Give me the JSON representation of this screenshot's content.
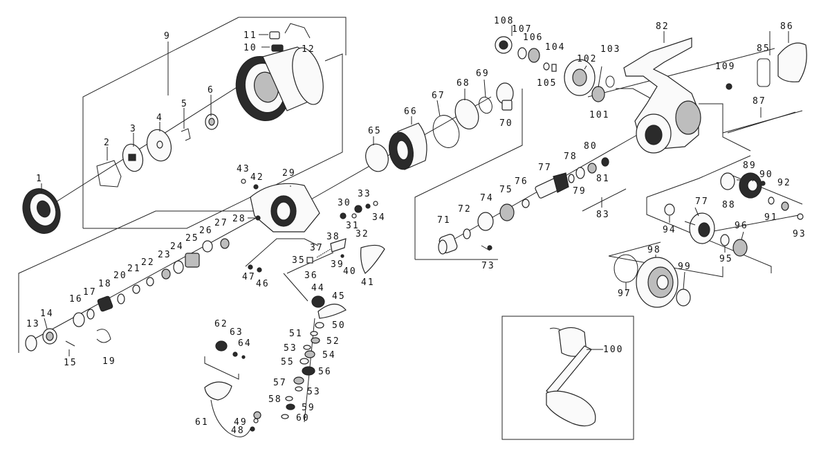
{
  "labels": [
    {
      "id": "1",
      "text": "1"
    },
    {
      "id": "2",
      "text": "2"
    },
    {
      "id": "3",
      "text": "3"
    },
    {
      "id": "4",
      "text": "4"
    },
    {
      "id": "5",
      "text": "5"
    },
    {
      "id": "6",
      "text": "6"
    },
    {
      "id": "9",
      "text": "9"
    },
    {
      "id": "10",
      "text": "10"
    },
    {
      "id": "11",
      "text": "11"
    },
    {
      "id": "12",
      "text": "12"
    },
    {
      "id": "13",
      "text": "13"
    },
    {
      "id": "14",
      "text": "14"
    },
    {
      "id": "15",
      "text": "15"
    },
    {
      "id": "16",
      "text": "16"
    },
    {
      "id": "17",
      "text": "17"
    },
    {
      "id": "18",
      "text": "18"
    },
    {
      "id": "19",
      "text": "19"
    },
    {
      "id": "20",
      "text": "20"
    },
    {
      "id": "21",
      "text": "21"
    },
    {
      "id": "22",
      "text": "22"
    },
    {
      "id": "23",
      "text": "23"
    },
    {
      "id": "24",
      "text": "24"
    },
    {
      "id": "25",
      "text": "25"
    },
    {
      "id": "26",
      "text": "26"
    },
    {
      "id": "27",
      "text": "27"
    },
    {
      "id": "28",
      "text": "28"
    },
    {
      "id": "29",
      "text": "29"
    },
    {
      "id": "30",
      "text": "30"
    },
    {
      "id": "31",
      "text": "31"
    },
    {
      "id": "32",
      "text": "32"
    },
    {
      "id": "33",
      "text": "33"
    },
    {
      "id": "34",
      "text": "34"
    },
    {
      "id": "35",
      "text": "35"
    },
    {
      "id": "36",
      "text": "36"
    },
    {
      "id": "37",
      "text": "37"
    },
    {
      "id": "38",
      "text": "38"
    },
    {
      "id": "39",
      "text": "39"
    },
    {
      "id": "40",
      "text": "40"
    },
    {
      "id": "41",
      "text": "41"
    },
    {
      "id": "42",
      "text": "42"
    },
    {
      "id": "43",
      "text": "43"
    },
    {
      "id": "44",
      "text": "44"
    },
    {
      "id": "45",
      "text": "45"
    },
    {
      "id": "46",
      "text": "46"
    },
    {
      "id": "47",
      "text": "47"
    },
    {
      "id": "48",
      "text": "48"
    },
    {
      "id": "49",
      "text": "49"
    },
    {
      "id": "50",
      "text": "50"
    },
    {
      "id": "51",
      "text": "51"
    },
    {
      "id": "52",
      "text": "52"
    },
    {
      "id": "53a",
      "text": "53"
    },
    {
      "id": "53b",
      "text": "53"
    },
    {
      "id": "54",
      "text": "54"
    },
    {
      "id": "55",
      "text": "55"
    },
    {
      "id": "56",
      "text": "56"
    },
    {
      "id": "57",
      "text": "57"
    },
    {
      "id": "58",
      "text": "58"
    },
    {
      "id": "59",
      "text": "59"
    },
    {
      "id": "60",
      "text": "60"
    },
    {
      "id": "61",
      "text": "61"
    },
    {
      "id": "62",
      "text": "62"
    },
    {
      "id": "63",
      "text": "63"
    },
    {
      "id": "64",
      "text": "64"
    },
    {
      "id": "65",
      "text": "65"
    },
    {
      "id": "66",
      "text": "66"
    },
    {
      "id": "67",
      "text": "67"
    },
    {
      "id": "68",
      "text": "68"
    },
    {
      "id": "69",
      "text": "69"
    },
    {
      "id": "70",
      "text": "70"
    },
    {
      "id": "71",
      "text": "71"
    },
    {
      "id": "72",
      "text": "72"
    },
    {
      "id": "73",
      "text": "73"
    },
    {
      "id": "74",
      "text": "74"
    },
    {
      "id": "75",
      "text": "75"
    },
    {
      "id": "76",
      "text": "76"
    },
    {
      "id": "77a",
      "text": "77"
    },
    {
      "id": "77b",
      "text": "77"
    },
    {
      "id": "78",
      "text": "78"
    },
    {
      "id": "79",
      "text": "79"
    },
    {
      "id": "80",
      "text": "80"
    },
    {
      "id": "81",
      "text": "81"
    },
    {
      "id": "82",
      "text": "82"
    },
    {
      "id": "83",
      "text": "83"
    },
    {
      "id": "85",
      "text": "85"
    },
    {
      "id": "86",
      "text": "86"
    },
    {
      "id": "87",
      "text": "87"
    },
    {
      "id": "88",
      "text": "88"
    },
    {
      "id": "89",
      "text": "89"
    },
    {
      "id": "90",
      "text": "90"
    },
    {
      "id": "91",
      "text": "91"
    },
    {
      "id": "92",
      "text": "92"
    },
    {
      "id": "93",
      "text": "93"
    },
    {
      "id": "94",
      "text": "94"
    },
    {
      "id": "95",
      "text": "95"
    },
    {
      "id": "96",
      "text": "96"
    },
    {
      "id": "97",
      "text": "97"
    },
    {
      "id": "98",
      "text": "98"
    },
    {
      "id": "99",
      "text": "99"
    },
    {
      "id": "100",
      "text": "100"
    },
    {
      "id": "101",
      "text": "101"
    },
    {
      "id": "102",
      "text": "102"
    },
    {
      "id": "103",
      "text": "103"
    },
    {
      "id": "104",
      "text": "104"
    },
    {
      "id": "105",
      "text": "105"
    },
    {
      "id": "106",
      "text": "106"
    },
    {
      "id": "107",
      "text": "107"
    },
    {
      "id": "108",
      "text": "108"
    },
    {
      "id": "109",
      "text": "109"
    }
  ]
}
